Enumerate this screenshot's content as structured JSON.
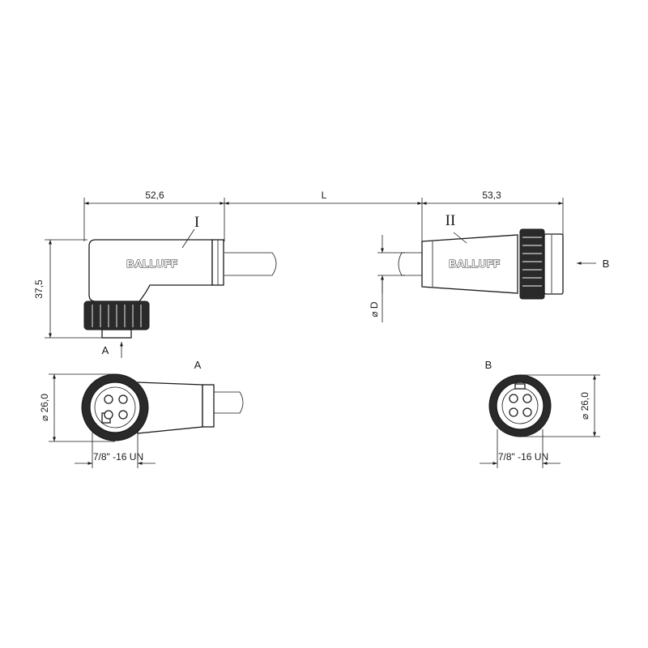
{
  "dimensions": {
    "angled_length": "52,6",
    "cable_length": "L",
    "straight_length": "53,3",
    "angled_height": "37,5",
    "cable_diameter": "⌀ D",
    "face_diameter_a": "⌀ 26,0",
    "face_diameter_b": "⌀ 26,0",
    "thread_a": "7/8\" -16 UN",
    "thread_b": "7/8\" -16 UN"
  },
  "labels": {
    "connector_1": "I",
    "connector_2": "II",
    "view_a_arrow": "A",
    "view_b_arrow": "B",
    "view_a_title": "A",
    "view_b_title": "B"
  },
  "brand": {
    "logo_1": "BALLUFF",
    "logo_2": "BALLUFF"
  },
  "colors": {
    "line": "#1a1a1a",
    "fill": "#ffffff",
    "dark_fill": "#2a2a2a"
  }
}
